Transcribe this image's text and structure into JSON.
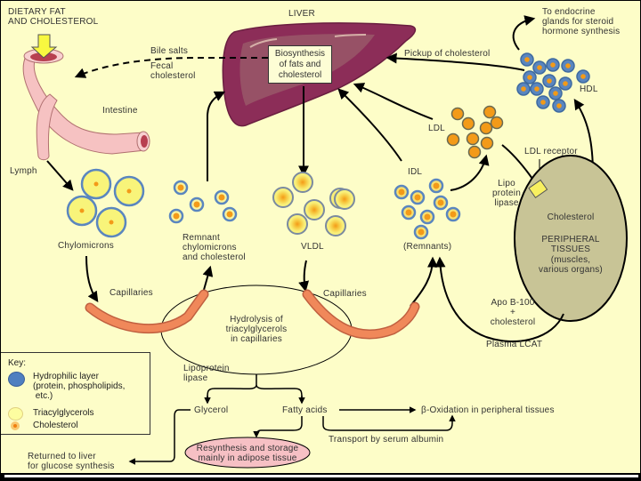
{
  "title_sources": {
    "dietary": "DIETARY FAT\nAND CHOLESTEROL",
    "liver": "LIVER",
    "endocrine": "To endocrine\nglands for steroid\nhormone synthesis"
  },
  "liver": {
    "box": "Biosynthesis\nof fats and\ncholesterol",
    "bile_salts": "Bile salts",
    "fecal": "Fecal\ncholesterol",
    "pickup": "Pickup of cholesterol"
  },
  "intestine": {
    "label": "Intestine",
    "lymph": "Lymph"
  },
  "particles": {
    "chylomicrons": "Chylomicrons",
    "remnant": "Remnant\nchylomicrons\nand cholesterol",
    "vldl": "VLDL",
    "idl": "IDL",
    "remnants": "(Remnants)",
    "ldl": "LDL",
    "hdl": "HDL"
  },
  "lipoprotein_lipase_right": "Lipo\nprotein\nlipase",
  "ldl_receptor": "LDL receptor",
  "peripheral": {
    "cholesterol": "Cholesterol",
    "title": "PERIPHERAL\nTISSUES",
    "subtitle": "(muscles,\nvarious organs)"
  },
  "capillaries": {
    "left": "Capillaries",
    "right": "Capillaries"
  },
  "hydrolysis": "Hydrolysis of\ntriacylglycerols\nin capillaries",
  "apo": "Apo B-100\n+\ncholesterol",
  "plasma_lcat": "Plasma LCAT",
  "lipoprotein_lipase_bottom": "Lipoprotein\nlipase",
  "glycerol": "Glycerol",
  "fatty_acids": "Fatty acids",
  "beta_oxidation": "β-Oxidation in peripheral tissues",
  "transport": "Transport by serum albumin",
  "resynthesis": "Resynthesis and storage\nmainly in adipose tissue",
  "returned": "Returned to liver\nfor glucose synthesis",
  "key": {
    "title": "Key:",
    "items": [
      {
        "label": "Hydrophilic layer\n(protein, phospholipids,\n etc.)",
        "color": "#4f7fc0"
      },
      {
        "label": "Triacylglycerols",
        "color": "#fdfda0"
      },
      {
        "label": "Cholesterol",
        "color": "#f5a020"
      }
    ]
  },
  "colors": {
    "background": "#fdfdc8",
    "hydrophilic": "#5a86bf",
    "triacylglycerol": "#f8f47a",
    "cholesterol": "#f39a18",
    "liver": "#8f2f5a",
    "tissue": "#c8c496",
    "capillary": "#f0885a",
    "resynthesis": "#f6c0c4"
  }
}
